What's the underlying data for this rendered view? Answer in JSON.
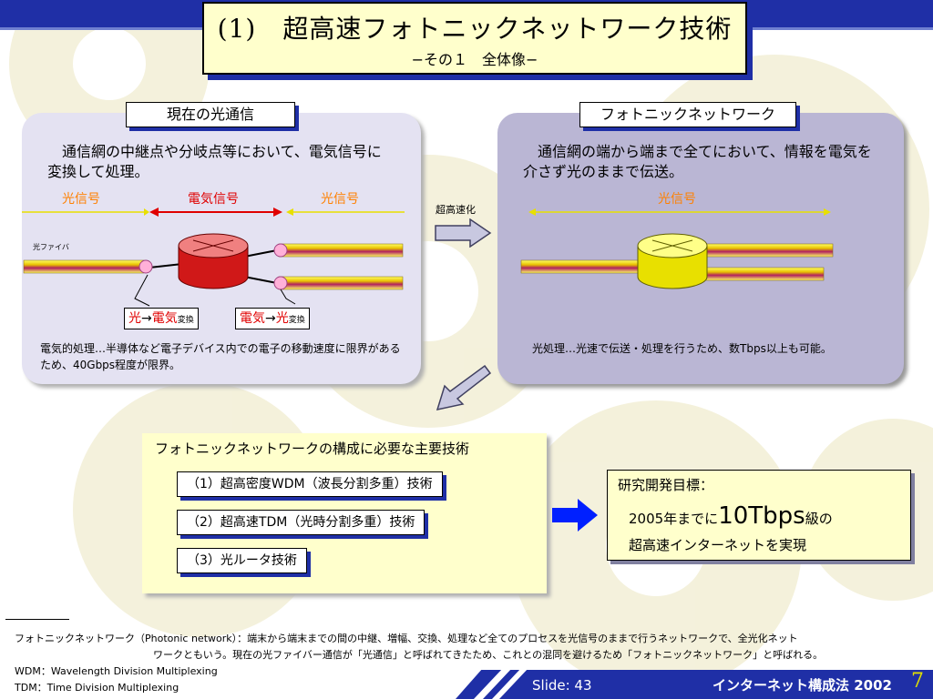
{
  "title": {
    "main": "(1)　超高速フォトニックネットワーク技術",
    "sub": "−その１　全体像−"
  },
  "left_panel": {
    "label": "現在の光通信",
    "description": "　通信網の中継点や分岐点等において、電気信号に変換して処理。",
    "signal_left": "光信号",
    "signal_mid": "電気信号",
    "signal_right": "光信号",
    "fiber_label": "光ファイバ",
    "callout1": {
      "a": "光",
      "arrow": "→",
      "b": "電気",
      "suffix": "変換"
    },
    "callout2": {
      "a": "電気",
      "arrow": "→",
      "b": "光",
      "suffix": "変換"
    },
    "note": "電気的処理…半導体など電子デバイス内での電子の移動速度に限界があるため、40Gbps程度が限界。"
  },
  "middle": {
    "speedup_label": "超高速化"
  },
  "right_panel": {
    "label": "フォトニックネットワーク",
    "description": "　通信網の端から端まで全てにおいて、情報を電気を介さず光のままで伝送。",
    "signal": "光信号",
    "note": "光処理…光速で伝送・処理を行うため、数Tbps以上も可能。"
  },
  "tech": {
    "heading": "フォトニックネットワークの構成に必要な主要技術",
    "items": [
      "（1）超高密度WDM（波長分割多重）技術",
      "（2）超高速TDM（光時分割多重）技術",
      "（3）光ルータ技術"
    ]
  },
  "goal": {
    "heading": "研究開発目標：",
    "line1_prefix": "2005年までに",
    "line1_big": "10Tbps",
    "line1_suffix": "級の",
    "line2": "超高速インターネットを実現"
  },
  "footnotes": {
    "photonic_def_1": "フォトニックネットワーク（Photonic network）：端末から端末までの間の中継、増幅、交換、処理など全てのプロセスを光信号のままで行うネットワークで、全光化ネット",
    "photonic_def_2": "ワークともいう。現在の光ファイバー通信が「光通信」と呼ばれてきたため、これとの混同を避けるため「フォトニックネットワーク」と呼ばれる。",
    "wdm": "WDM：Wavelength Division Multiplexing",
    "tdm": "TDM：Time Division Multiplexing"
  },
  "footer": {
    "slide": "Slide: 43",
    "course": "インターネット構成法 2002",
    "page_num": "7"
  },
  "colors": {
    "brand_blue": "#1f2fa6",
    "panel_yellow": "#ffffcc",
    "signal_red": "#e00000",
    "signal_orange": "#ff8000"
  }
}
